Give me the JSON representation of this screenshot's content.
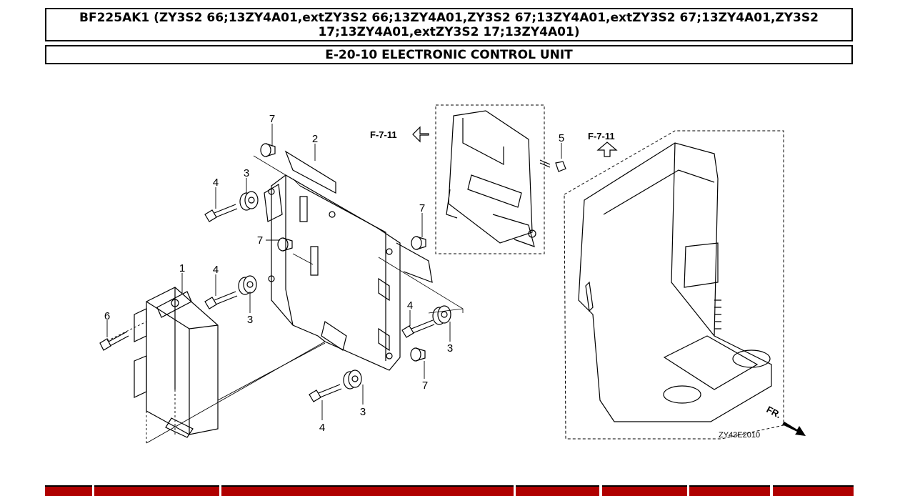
{
  "header": {
    "title": "BF225AK1 (ZY3S2 66;13ZY4A01,extZY3S2 66;13ZY4A01,ZY3S2 67;13ZY4A01,extZY3S2 67;13ZY4A01,ZY3S2 17;13ZY4A01,extZY3S2 17;13ZY4A01)",
    "section": "E-20-10 ELECTRONIC CONTROL UNIT"
  },
  "diagram": {
    "refs": {
      "f711_left": "F-7-11",
      "f711_right": "F-7-11",
      "fr": "FR."
    },
    "code": "ZY43E2010",
    "callouts": {
      "c1": "1",
      "c2": "2",
      "c3a": "3",
      "c3b": "3",
      "c3c": "3",
      "c3d": "3",
      "c4a": "4",
      "c4b": "4",
      "c4c": "4",
      "c4d": "4",
      "c5": "5",
      "c6": "6",
      "c7a": "7",
      "c7b": "7",
      "c7c": "7",
      "c7d": "7"
    }
  },
  "colors": {
    "table_header": "#b00000"
  }
}
